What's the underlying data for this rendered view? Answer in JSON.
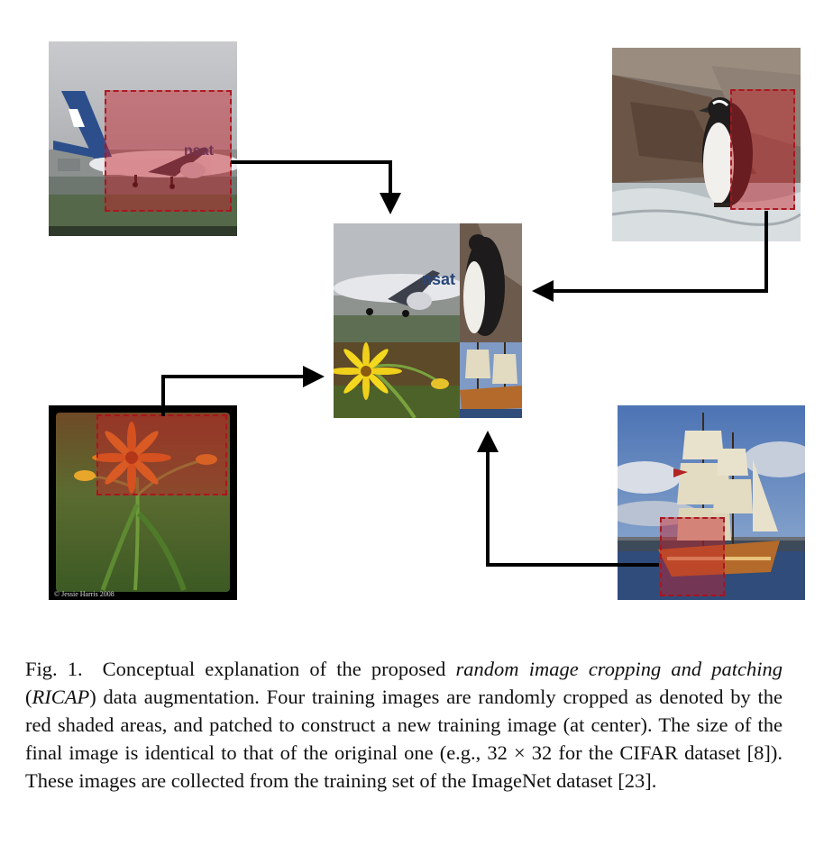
{
  "figure": {
    "photos": [
      {
        "id": "airplane",
        "name": "airplane-photo"
      },
      {
        "id": "penguin",
        "name": "penguin-photo"
      },
      {
        "id": "flower",
        "name": "flower-photo",
        "credit": "© Jessie Harris 2008"
      },
      {
        "id": "ship",
        "name": "ship-photo"
      }
    ],
    "colors": {
      "crop_fill": "#c81e28",
      "crop_border": "#aa141e",
      "arrow": "#000000"
    }
  },
  "caption": {
    "label": "Fig. 1.",
    "part1": "Conceptual explanation of the proposed ",
    "italic1": "random image cropping and patching",
    "part2": " (",
    "italic2": "RICAP",
    "part3": ") data augmentation. Four training images are randomly cropped as denoted by the red shaded areas, and patched to construct a new training image (at center). The size of the final image is identical to that of the original one (e.g., 32 × 32 for the CIFAR dataset [8]). These images are collected from the training set of the ImageNet dataset [23]."
  }
}
